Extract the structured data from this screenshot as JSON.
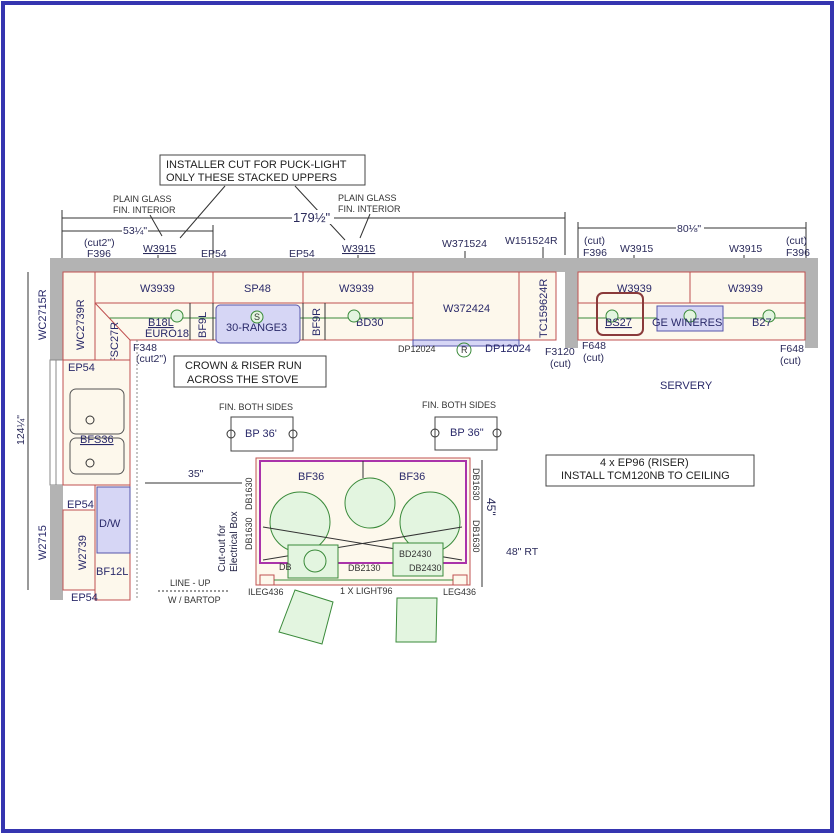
{
  "colors": {
    "frame": "#3535b0",
    "wall": "#b3b3b3",
    "cabinet": "#fdf8ec",
    "appliance": "#d6d6f5",
    "fixture": "#e3f5e0"
  },
  "notes": {
    "puck_line1": "INSTALLER CUT FOR PUCK-LIGHT",
    "puck_line2": "ONLY THESE STACKED UPPERS",
    "glass1_line1": "PLAIN GLASS",
    "glass1_line2": "FIN. INTERIOR",
    "glass2_line1": "PLAIN GLASS",
    "glass2_line2": "FIN. INTERIOR",
    "crown_line1": "CROWN & RISER RUN",
    "crown_line2": "ACROSS THE STOVE",
    "riser_line1": "4 x EP96 (RISER)",
    "riser_line2": "INSTALL TCM120NB TO CEILING",
    "fin_both1": "FIN. BOTH SIDES",
    "fin_both2": "FIN. BOTH SIDES",
    "cutout_line1": "Cut-out for",
    "cutout_line2": "Electrical Box",
    "lineup1": "LINE - UP",
    "lineup2": "W / BARTOP",
    "servery": "SERVERY"
  },
  "dimensions": {
    "d179": "179½\"",
    "d53": "53¼\"",
    "d80": "80⅛\"",
    "d124": "124¼\"",
    "d35": "35\"",
    "d45": "45\"",
    "d48": "48\" RT"
  },
  "labels": {
    "cut2_a": "(cut2\")",
    "f396_a": "F396",
    "w3915_a": "W3915",
    "ep54_a": "EP54",
    "ep54_b": "EP54",
    "w3915_b": "W3915",
    "w371524": "W371524",
    "w151524r": "W151524R",
    "cut_c": "(cut)",
    "f396_c": "F396",
    "w3915_c": "W3915",
    "w3915_d": "W3915",
    "cut_d": "(cut)",
    "f396_d": "F396",
    "w3939_a": "W3939",
    "sp48": "SP48",
    "w3939_b": "W3939",
    "w372424": "W372424",
    "tc159624r": "TC159624R",
    "w3939_c": "W3939",
    "w3939_d": "W3939",
    "b18l": "B18L",
    "euro18": "EURO18",
    "bf9l": "BF9L",
    "range": "30-RANGE3",
    "bf9r": "BF9R",
    "bd30": "BD30",
    "dp12024_a": "DP12024",
    "dp12024_b": "DP12024",
    "r_mark": "R",
    "s_mark": "S",
    "f3120": "F3120",
    "cut_e": "(cut)",
    "bs27": "BS27",
    "ge_wineres": "GE WINERES",
    "b27": "B27",
    "f648_a": "F648",
    "cut_f": "(cut)",
    "f648_b": "F648",
    "cut_g": "(cut)",
    "wc2715r": "WC2715R",
    "wc2739r": "WC2739R",
    "bfsc27r": "RFSC27R",
    "f348": "F348",
    "cut2_b": "(cut2\")",
    "ep54_c": "EP54",
    "bfs36": "BFS36",
    "ep54_d": "EP54",
    "dw": "D/W",
    "w2715": "W2715",
    "w2739": "W2739",
    "bf12l": "BF12L",
    "ep54_e": "EP54",
    "bp36_a": "BP 36'",
    "bp36_b": "BP 36\"",
    "bf36_a": "BF36",
    "bf36_b": "BF36",
    "db1630_a": "DB1630",
    "db1630_b": "DB1630",
    "db1630_c": "DB1630",
    "db1630_d": "DB1630",
    "db_a": "DB",
    "db2130": "DB2130",
    "db2430": "DB2430",
    "bd2430": "BD2430",
    "ileg436_a": "ILEG436",
    "light96": "1 X LIGHT96",
    "ileg436_b": "LEG436"
  }
}
